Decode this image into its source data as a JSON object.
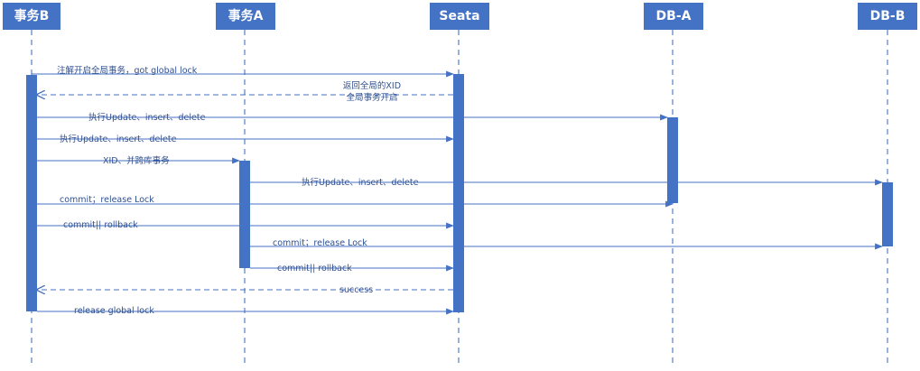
{
  "colors": {
    "accent": "#4472c4",
    "line": "#4472c4",
    "text": "#2f4f8f",
    "background": "#ffffff"
  },
  "participants": [
    "事务B",
    "事务A",
    "Seata",
    "DB-A",
    "DB-B"
  ],
  "messages": [
    {
      "from": 0,
      "to": 2,
      "style": "solid",
      "text": "注解开启全局事务，got global lock"
    },
    {
      "from": 2,
      "to": 0,
      "style": "dashed",
      "text": "返回全局的XID\n全局事务开启"
    },
    {
      "from": 0,
      "to": 3,
      "style": "solid",
      "text": "执行Update、insert、delete"
    },
    {
      "from": 0,
      "to": 2,
      "style": "solid",
      "text": "执行Update、insert、delete"
    },
    {
      "from": 0,
      "to": 1,
      "style": "solid",
      "text": "XID、并跨库事务"
    },
    {
      "from": 1,
      "to": 4,
      "style": "solid",
      "text": "执行Update、insert、delete"
    },
    {
      "from": 0,
      "to": 3,
      "style": "solid",
      "text": "commit；release Lock"
    },
    {
      "from": 0,
      "to": 2,
      "style": "solid",
      "text": "commit|| rollback"
    },
    {
      "from": 1,
      "to": 4,
      "style": "solid",
      "text": "commit；release Lock"
    },
    {
      "from": 1,
      "to": 2,
      "style": "solid",
      "text": "commit|| rollback"
    },
    {
      "from": 2,
      "to": 0,
      "style": "dashed",
      "text": "success"
    },
    {
      "from": 0,
      "to": 2,
      "style": "solid",
      "text": "release global lock"
    }
  ]
}
